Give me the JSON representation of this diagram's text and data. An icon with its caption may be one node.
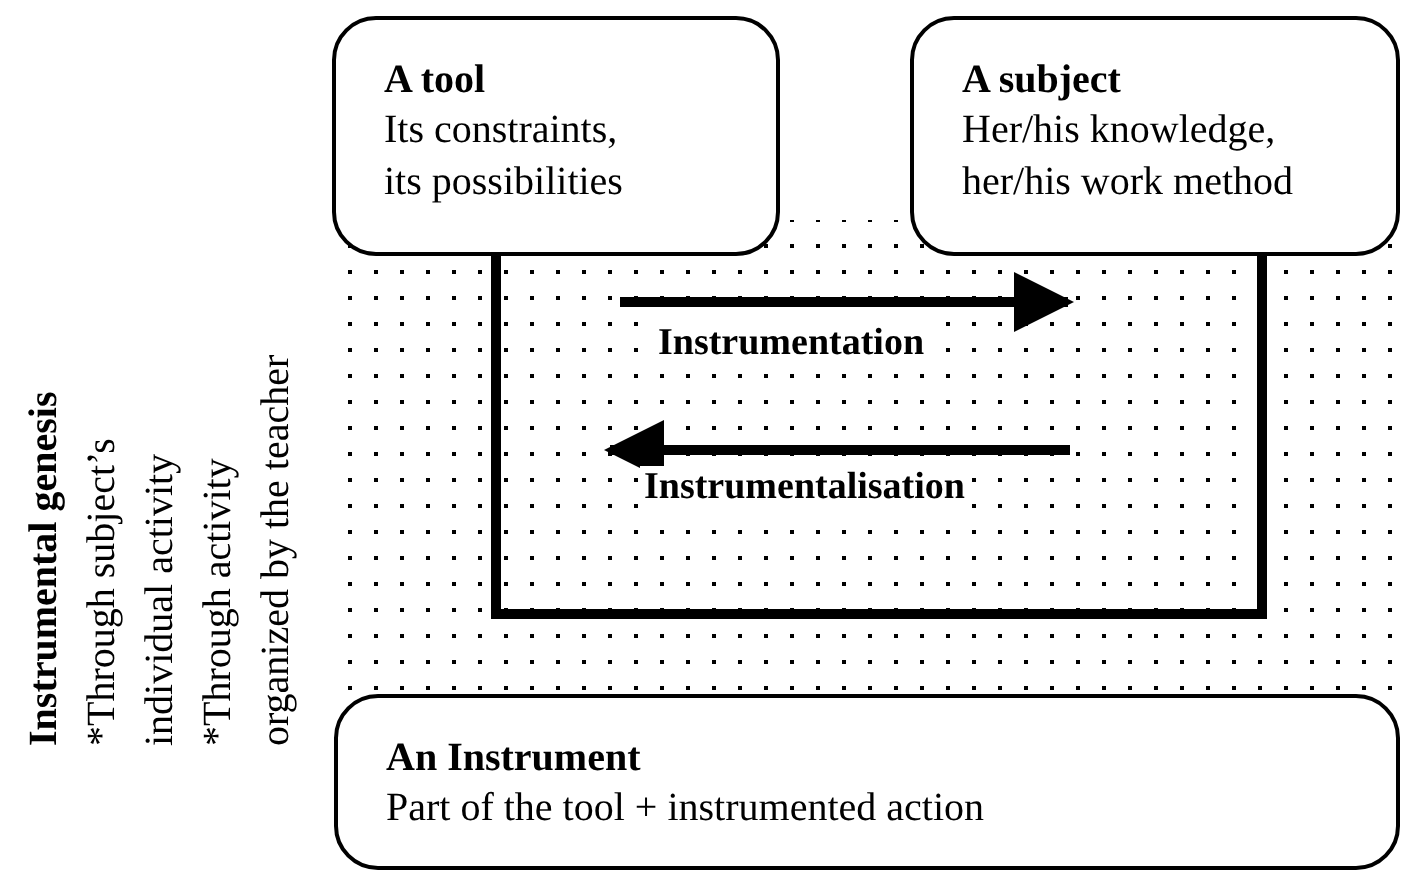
{
  "diagram": {
    "nodes": [
      {
        "text": [
          "A tool",
          "Its constraints, its possibilities"
        ]
      },
      {
        "text": [
          "A subject",
          "Her/his knowledge, her/his work method"
        ]
      },
      {
        "text": [
          "An Instrument",
          "Part of the tool + instrumented action"
        ]
      }
    ],
    "edges": [
      {
        "from": 0,
        "to": 1,
        "arrow": "none"
      }
    ],
    "labels": [
      "Instrumentation",
      "Instrumentalisation",
      "Instrumental genesis",
      "*Through subject’s individual activity",
      "*Through activity organized by the teacher"
    ]
  }
}
